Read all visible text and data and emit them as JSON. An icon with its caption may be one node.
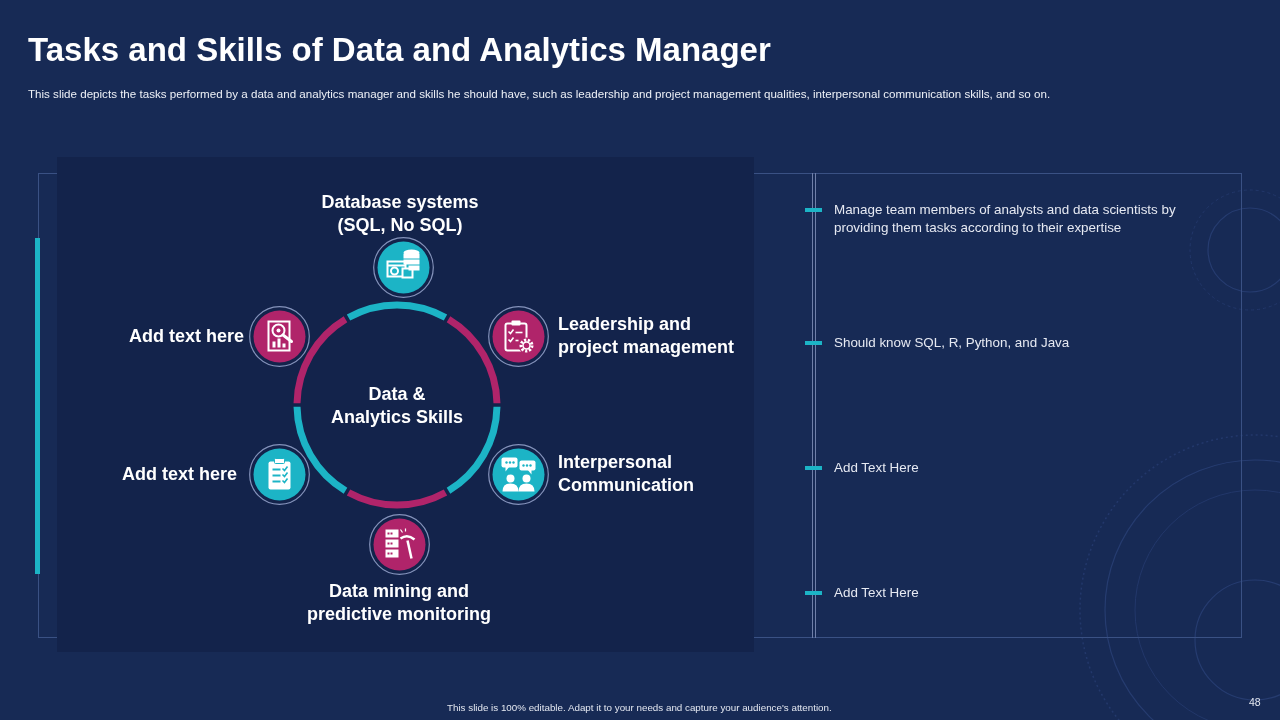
{
  "diagram": {
    "title": "Tasks and Skills of Data and Analytics Manager",
    "nodes": [
      {
        "text": [
          "Database systems (SQL, No SQL)"
        ]
      },
      {
        "text": [
          "Add text here"
        ]
      },
      {
        "text": [
          "Leadership and project management"
        ]
      },
      {
        "text": [
          "Data & Analytics Skills"
        ]
      },
      {
        "text": [
          "Add text here"
        ]
      },
      {
        "text": [
          "Interpersonal Communication"
        ]
      },
      {
        "text": [
          "Data mining and predictive monitoring"
        ]
      }
    ],
    "labels": [
      "This slide depicts the tasks performed by a data and analytics manager and skills he should have, such as leadership and project management qualities, interpersonal communication skills, and so on.",
      "Manage team members of analysts and data scientists by providing them tasks according to their expertise",
      "Should know SQL, R, Python, and Java",
      "Add Text Here",
      "Add Text Here",
      "This slide is 100% editable. Adapt it to your needs and capture your audience's attention.",
      "48"
    ]
  }
}
